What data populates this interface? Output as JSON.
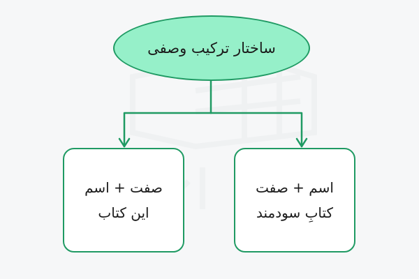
{
  "diagram": {
    "root": {
      "label": "ساختار ترکیب وصفی"
    },
    "children": [
      {
        "line1": "صفت + اسم",
        "line2": "این کتاب"
      },
      {
        "line1": "اسم + صفت",
        "line2": "کتابِ سودمند"
      }
    ]
  },
  "colors": {
    "accent": "#1f9a63",
    "root_fill": "#96f0c9",
    "box_fill": "#ffffff",
    "background": "#f6f7f8"
  }
}
